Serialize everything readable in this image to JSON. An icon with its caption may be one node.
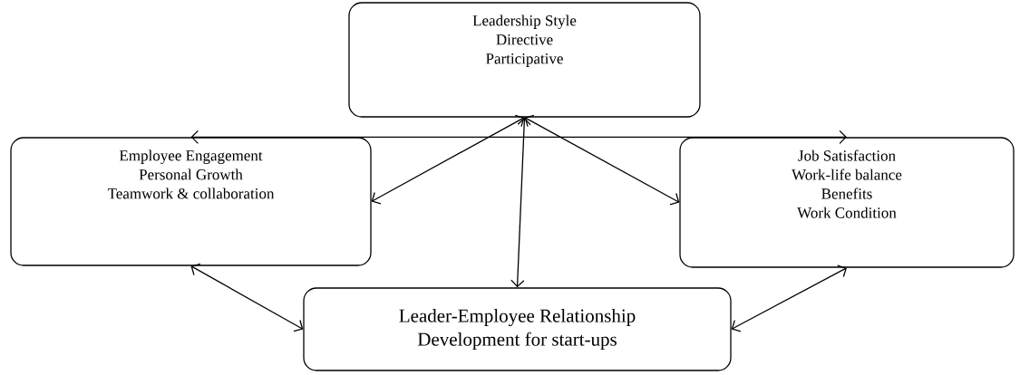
{
  "diagram": {
    "nodes": [
      {
        "text": [
          "Leadership Style",
          "Directive",
          "Participative"
        ]
      },
      {
        "text": [
          "Employee Engagement",
          "Personal Growth",
          "Teamwork & collaboration"
        ]
      },
      {
        "text": [
          "Job Satisfaction",
          "Work-life balance",
          "Benefits",
          "Work Condition"
        ]
      },
      {
        "text": [
          "Leader-Employee Relationship",
          "Development for start-ups"
        ]
      }
    ],
    "edges": [
      {
        "from": 0,
        "to": 1,
        "arrow": "both"
      },
      {
        "from": 0,
        "to": 2,
        "arrow": "both"
      },
      {
        "from": 0,
        "to": 3,
        "arrow": "both"
      },
      {
        "from": 1,
        "to": 2,
        "arrow": "both"
      },
      {
        "from": 1,
        "to": 3,
        "arrow": "both"
      },
      {
        "from": 2,
        "to": 3,
        "arrow": "both"
      }
    ]
  }
}
